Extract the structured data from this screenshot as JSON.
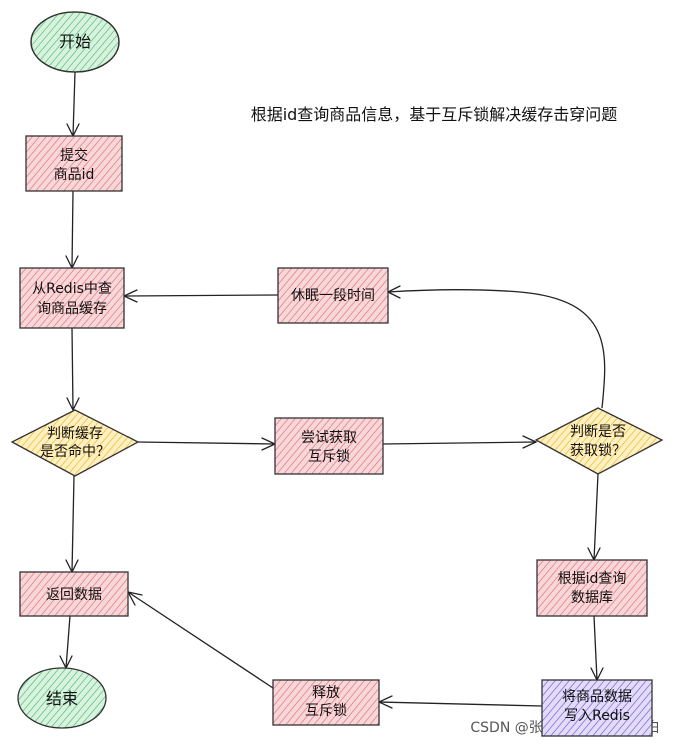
{
  "title": "根据id查询商品信息，基于互斥锁解决缓存击穿问题",
  "watermark": "CSDN @张良良&newbie小白",
  "colors": {
    "rect_fill": "#f8d7da",
    "rect_hatch": "#e57373",
    "diamond_fill": "#fff1c1",
    "diamond_hatch": "#f0b429",
    "ellipse_fill": "#d8f3dc",
    "ellipse_hatch": "#52b788",
    "write_fill": "#e2dcf8",
    "write_hatch": "#7c5cd6",
    "stroke": "#333333"
  },
  "nodes": [
    {
      "id": "start",
      "shape": "ellipse",
      "lines": [
        "开始"
      ]
    },
    {
      "id": "submit",
      "shape": "rect",
      "lines": [
        "提交",
        "商品id"
      ]
    },
    {
      "id": "query-cache",
      "shape": "rect",
      "lines": [
        "从Redis中查",
        "询商品缓存"
      ]
    },
    {
      "id": "cache-hit",
      "shape": "diamond",
      "lines": [
        "判断缓存",
        "是否命中？"
      ]
    },
    {
      "id": "try-lock",
      "shape": "rect",
      "lines": [
        "尝试获取",
        "互斥锁"
      ]
    },
    {
      "id": "lock-ok",
      "shape": "diamond",
      "lines": [
        "判断是否",
        "获取锁？"
      ]
    },
    {
      "id": "sleep",
      "shape": "rect",
      "lines": [
        "休眠一段时间"
      ]
    },
    {
      "id": "query-db",
      "shape": "rect",
      "lines": [
        "根据id查询",
        "数据库"
      ]
    },
    {
      "id": "write-redis",
      "shape": "rect-purple",
      "lines": [
        "将商品数据",
        "写入Redis"
      ]
    },
    {
      "id": "release-lock",
      "shape": "rect",
      "lines": [
        "释放",
        "互斥锁"
      ]
    },
    {
      "id": "return-data",
      "shape": "rect",
      "lines": [
        "返回数据"
      ]
    },
    {
      "id": "end",
      "shape": "ellipse",
      "lines": [
        "结束"
      ]
    }
  ],
  "edges": [
    {
      "from": "start",
      "to": "submit"
    },
    {
      "from": "submit",
      "to": "query-cache"
    },
    {
      "from": "query-cache",
      "to": "cache-hit"
    },
    {
      "from": "cache-hit",
      "to": "return-data"
    },
    {
      "from": "cache-hit",
      "to": "try-lock"
    },
    {
      "from": "try-lock",
      "to": "lock-ok"
    },
    {
      "from": "lock-ok",
      "to": "sleep"
    },
    {
      "from": "sleep",
      "to": "query-cache"
    },
    {
      "from": "lock-ok",
      "to": "query-db"
    },
    {
      "from": "query-db",
      "to": "write-redis"
    },
    {
      "from": "write-redis",
      "to": "release-lock"
    },
    {
      "from": "release-lock",
      "to": "return-data"
    },
    {
      "from": "return-data",
      "to": "end"
    }
  ]
}
